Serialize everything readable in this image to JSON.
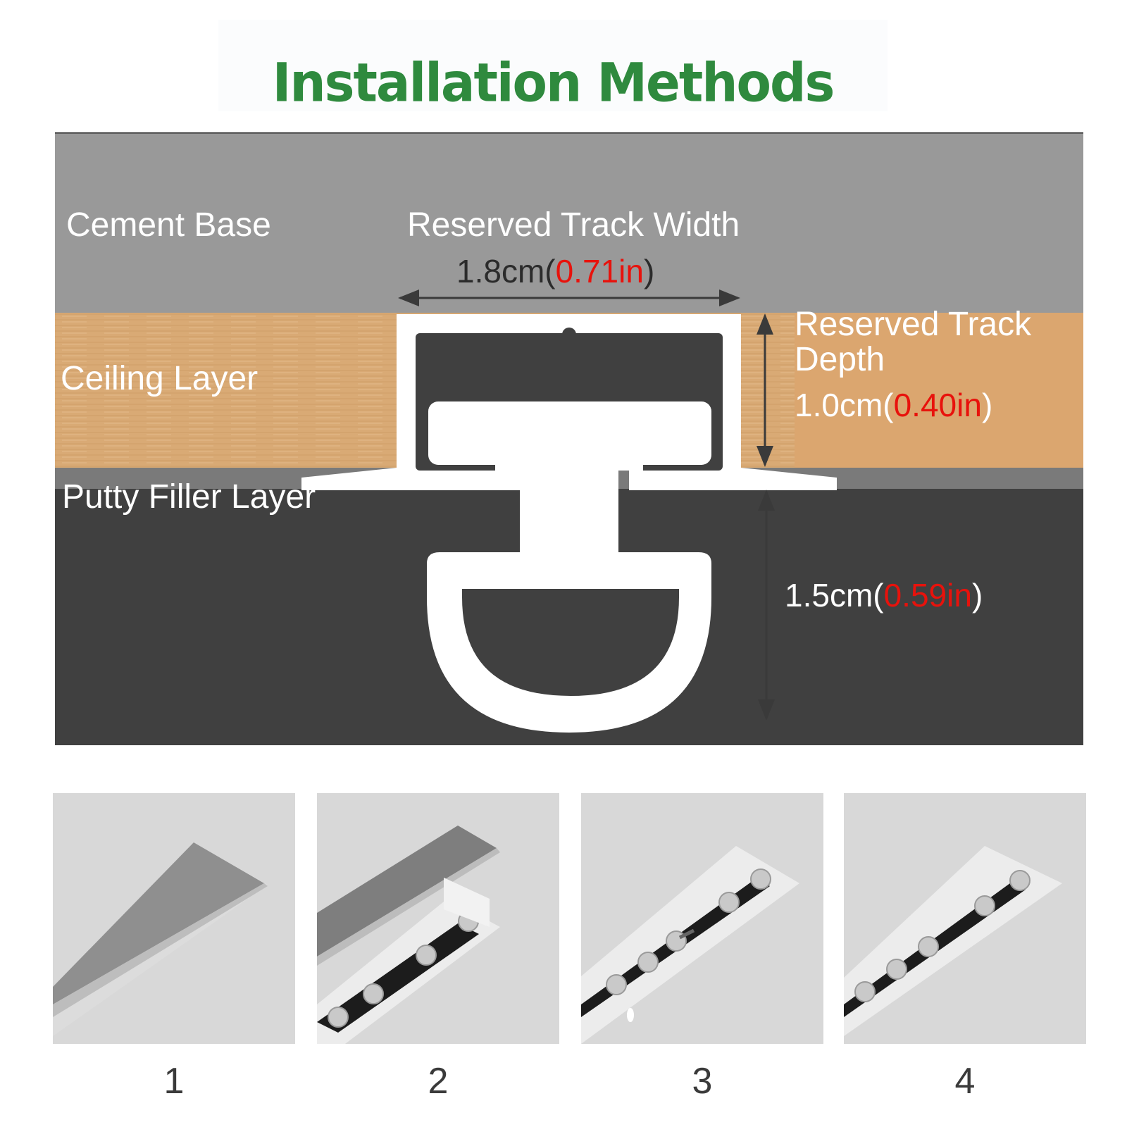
{
  "title": "Installation Methods",
  "colors": {
    "title": "#2f8a3e",
    "cement": "#999999",
    "wood": "#d9aa75",
    "putty": "#404040",
    "track": "#ffffff",
    "highlight": "#e8120c"
  },
  "diagram": {
    "cement_label": "Cement Base",
    "ceiling_label": "Ceiling Layer",
    "putty_label": "Putty Filler Layer",
    "width": {
      "label": "Reserved Track Width",
      "cm": "1.8cm(",
      "inch": "0.71in",
      "close": ")"
    },
    "depth": {
      "label_line1": "Reserved Track",
      "label_line2": "Depth",
      "cm": "1.0cm(",
      "inch": "0.40in",
      "close": ")"
    },
    "drop": {
      "cm": "1.5cm(",
      "inch": "0.59in",
      "close": ")"
    }
  },
  "steps": [
    {
      "number": "1",
      "icon": "recessed-groove"
    },
    {
      "number": "2",
      "icon": "track-insertion"
    },
    {
      "number": "3",
      "icon": "screw-fixing"
    },
    {
      "number": "4",
      "icon": "installed-track"
    }
  ]
}
